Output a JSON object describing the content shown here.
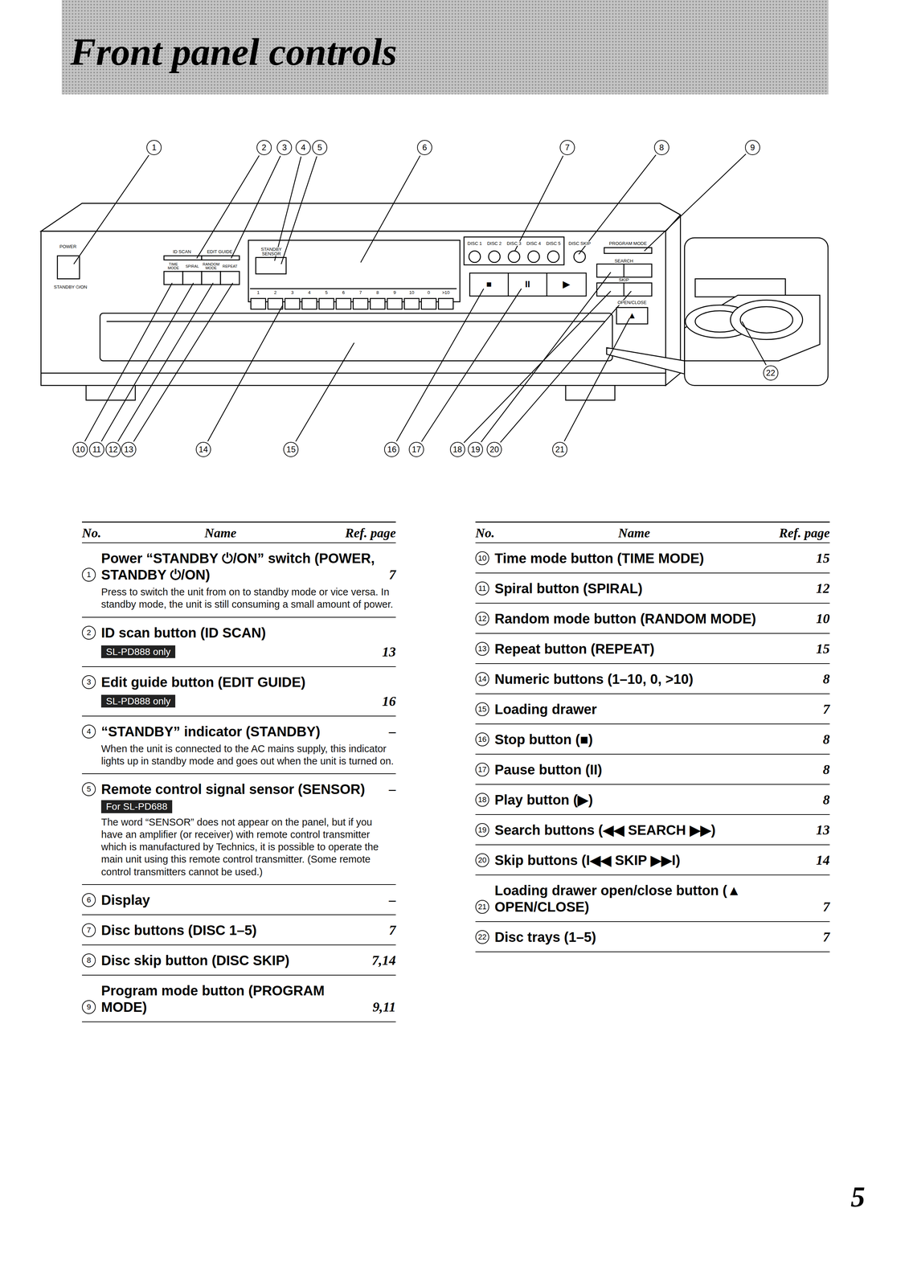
{
  "diagram": {
    "title": "Front panel controls",
    "nodes": [
      {
        "text": [
          "SL-PD888 only"
        ]
      },
      {
        "text": [
          "SL-PD888 only"
        ]
      },
      {
        "text": [
          "For SL-PD688"
        ]
      }
    ],
    "labels": [
      "1",
      "2",
      "3",
      "4",
      "5",
      "6",
      "7",
      "8",
      "9",
      "10",
      "11",
      "12",
      "13",
      "14",
      "15",
      "16",
      "17",
      "18",
      "19",
      "20",
      "21",
      "22",
      "POWER",
      "STANDBY ⏻/ON",
      "ID SCAN",
      "EDIT GUIDE",
      "TIME MODE",
      "SPIRAL",
      "RANDOM MODE",
      "REPEAT",
      "STANDBY",
      "SENSOR",
      "1",
      "2",
      "3",
      "4",
      "5",
      "6",
      "7",
      "8",
      "9",
      "10",
      "0",
      ">10",
      "DISC 1",
      "DISC 2",
      "DISC 3",
      "DISC 4",
      "DISC 5",
      "DISC SKIP",
      "PROGRAM MODE",
      "SEARCH",
      "SKIP",
      "OPEN/CLOSE",
      "■",
      "II",
      "▶",
      "▲",
      "No.",
      "Name",
      "Ref. page",
      "No.",
      "Name",
      "Ref. page",
      "1",
      "Power “STANDBY ⏻/ON” switch (POWER, STANDBY ⏻/ON)",
      "7",
      "Press to switch the unit from on to standby mode or vice versa. In standby mode, the unit is still consuming a small amount of power.",
      "2",
      "ID scan button (ID SCAN)",
      "13",
      "3",
      "Edit guide button (EDIT GUIDE)",
      "16",
      "4",
      "“STANDBY” indicator (STANDBY)",
      "–",
      "When the unit is connected to the AC mains supply, this indicator lights up in standby mode and goes out when the unit is turned on.",
      "5",
      "Remote control signal sensor (SENSOR)",
      "–",
      "The word “SENSOR” does not appear on the panel, but if you have an amplifier (or receiver) with remote control transmitter which is manufactured by Technics, it is possible to operate the main unit using this remote control transmitter. (Some remote control transmitters cannot be used.)",
      "6",
      "Display",
      "–",
      "7",
      "Disc buttons (DISC 1–5)",
      "7",
      "8",
      "Disc skip button (DISC SKIP)",
      "7,14",
      "9",
      "Program mode button (PROGRAM MODE)",
      "9,11",
      "10",
      "Time mode button (TIME MODE)",
      "15",
      "11",
      "Spiral button (SPIRAL)",
      "12",
      "12",
      "Random mode button (RANDOM MODE)",
      "10",
      "13",
      "Repeat button (REPEAT)",
      "15",
      "14",
      "Numeric buttons (1–10, 0, >10)",
      "8",
      "15",
      "Loading drawer",
      "7",
      "16",
      "Stop button (■)",
      "8",
      "17",
      "Pause button (II)",
      "8",
      "18",
      "Play button (▶)",
      "8",
      "19",
      "Search buttons (◀◀ SEARCH ▶▶)",
      "13",
      "20",
      "Skip buttons (I◀◀ SKIP ▶▶I)",
      "14",
      "21",
      "Loading drawer open/close button (▲ OPEN/CLOSE)",
      "7",
      "22",
      "Disc trays (1–5)",
      "7",
      "5"
    ]
  }
}
